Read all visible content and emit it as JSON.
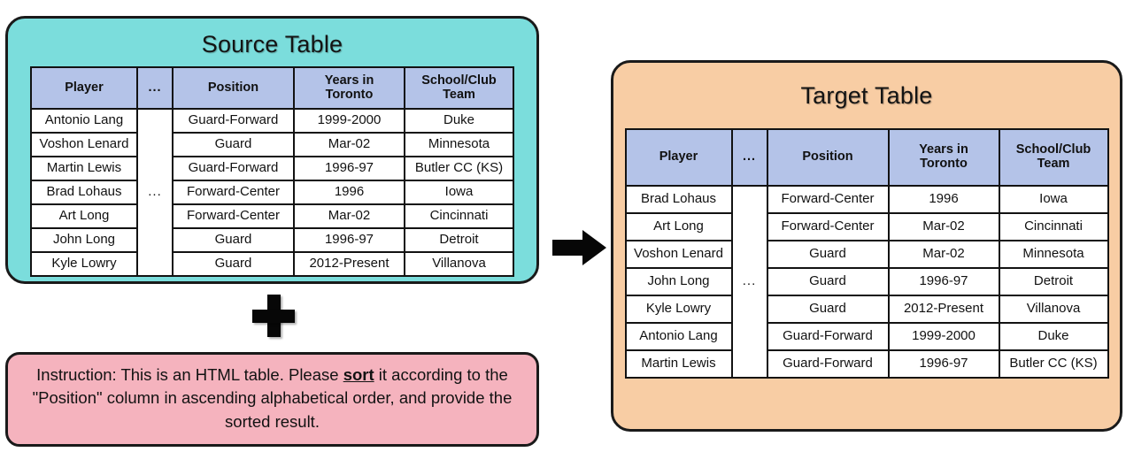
{
  "source": {
    "title": "Source Table",
    "columns": [
      "Player",
      "...",
      "Position",
      "Years in\nToronto",
      "School/Club\nTeam"
    ],
    "headers": {
      "player": "Player",
      "dots": "...",
      "position": "Position",
      "years_line1": "Years in",
      "years_line2": "Toronto",
      "school_line1": "School/Club",
      "school_line2": "Team"
    },
    "ellipsis": "...",
    "rows": [
      {
        "player": "Antonio Lang",
        "position": "Guard-Forward",
        "years": "1999-2000",
        "school": "Duke"
      },
      {
        "player": "Voshon Lenard",
        "position": "Guard",
        "years": "Mar-02",
        "school": "Minnesota"
      },
      {
        "player": "Martin Lewis",
        "position": "Guard-Forward",
        "years": "1996-97",
        "school": "Butler CC (KS)"
      },
      {
        "player": "Brad Lohaus",
        "position": "Forward-Center",
        "years": "1996",
        "school": "Iowa"
      },
      {
        "player": "Art Long",
        "position": "Forward-Center",
        "years": "Mar-02",
        "school": "Cincinnati"
      },
      {
        "player": "John Long",
        "position": "Guard",
        "years": "1996-97",
        "school": "Detroit"
      },
      {
        "player": "Kyle Lowry",
        "position": "Guard",
        "years": "2012-Present",
        "school": "Villanova"
      }
    ]
  },
  "target": {
    "title": "Target Table",
    "headers": {
      "player": "Player",
      "dots": "...",
      "position": "Position",
      "years_line1": "Years in",
      "years_line2": "Toronto",
      "school_line1": "School/Club",
      "school_line2": "Team"
    },
    "ellipsis": "...",
    "rows": [
      {
        "player": "Brad Lohaus",
        "position": "Forward-Center",
        "years": "1996",
        "school": "Iowa"
      },
      {
        "player": "Art Long",
        "position": "Forward-Center",
        "years": "Mar-02",
        "school": "Cincinnati"
      },
      {
        "player": "Voshon Lenard",
        "position": "Guard",
        "years": "Mar-02",
        "school": "Minnesota"
      },
      {
        "player": "John Long",
        "position": "Guard",
        "years": "1996-97",
        "school": "Detroit"
      },
      {
        "player": "Kyle Lowry",
        "position": "Guard",
        "years": "2012-Present",
        "school": "Villanova"
      },
      {
        "player": "Antonio Lang",
        "position": "Guard-Forward",
        "years": "1999-2000",
        "school": "Duke"
      },
      {
        "player": "Martin Lewis",
        "position": "Guard-Forward",
        "years": "1996-97",
        "school": "Butler CC (KS)"
      }
    ]
  },
  "instruction": {
    "prefix": "Instruction: This is an HTML table. Please ",
    "emphasis": "sort",
    "suffix": " it according to the \"Position\" column in ascending alphabetical order, and provide the sorted result."
  },
  "operators": {
    "plus": "+",
    "arrow": "arrow-right"
  },
  "colors": {
    "source_panel": "#7BDDDC",
    "target_panel": "#F8CDA4",
    "instruction_panel": "#F5B3BE",
    "table_header": "#B4C3E8",
    "position_highlight": "#F2B6C2",
    "border": "#121212"
  }
}
